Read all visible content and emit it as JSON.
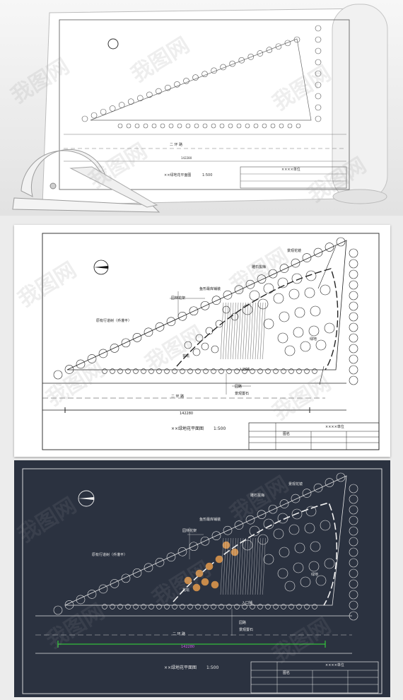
{
  "drawing": {
    "title": "××绿地花平面图",
    "scale": "1:500",
    "dimension": "142280",
    "road": "二 环 路",
    "company": "××××单位",
    "table_label": "图名",
    "labels": {
      "flower_bed": "景观花镜",
      "lawn_sign": "雕石拔梅",
      "pavilion": "鱼形最库铺装",
      "pergola": "园林花架",
      "hedge": "原有行道树（乔灌平）",
      "entrance": "花坛",
      "green": "绿地",
      "steps": "入口铺",
      "plaza": "园路",
      "stone": "景观置石"
    }
  },
  "colors": {
    "bg_light": "#ffffff",
    "bg_dark": "#2b3240",
    "line_dark": "#e8e8e8",
    "dimension_dark": "#35e03a"
  }
}
